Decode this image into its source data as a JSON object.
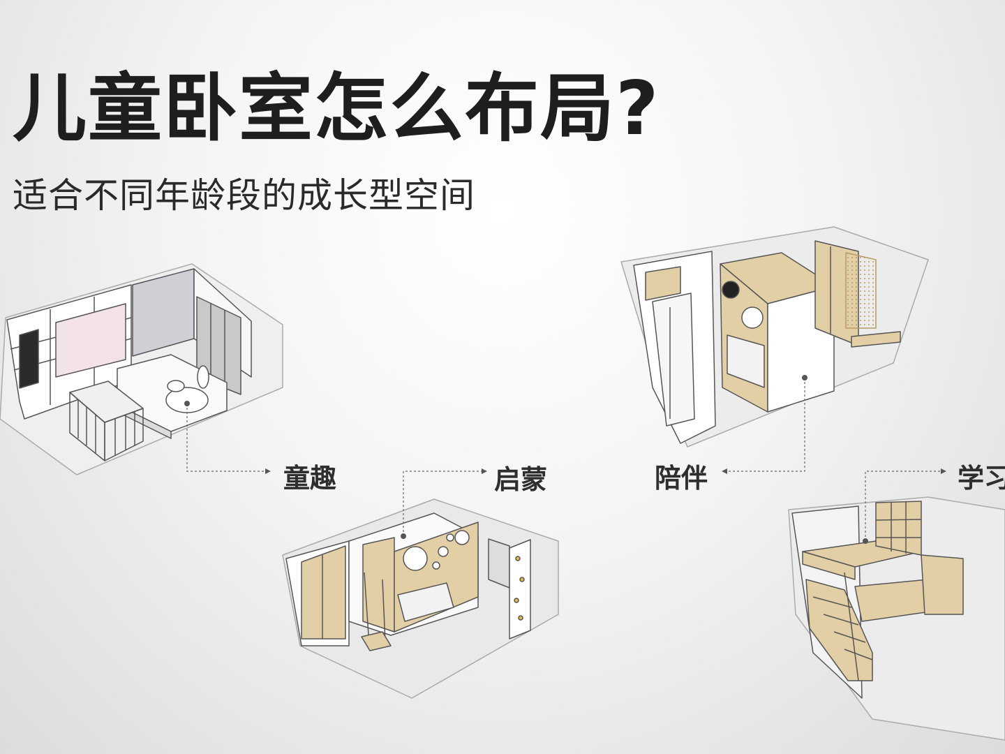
{
  "heading": {
    "title": "儿童卧室怎么布局?",
    "subtitle": "适合不同年龄段的成长型空间"
  },
  "rooms": [
    {
      "label": "童趣"
    },
    {
      "label": "启蒙"
    },
    {
      "label": "陪伴"
    },
    {
      "label": "学习"
    }
  ],
  "colors": {
    "wood": "#e3cfa6",
    "wall": "#ffffff",
    "floor": "#e4e4e4",
    "line": "#555555",
    "pink": "#f3e2e6",
    "text": "#1e1e1e"
  }
}
